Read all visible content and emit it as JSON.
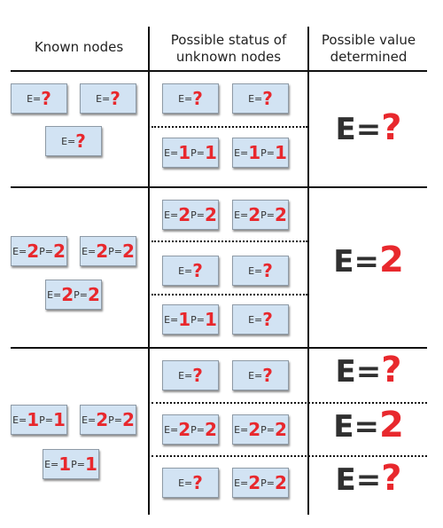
{
  "headers": {
    "known": "Known nodes",
    "possible_line1": "Possible status of",
    "possible_line2": "unknown nodes",
    "value_line1": "Possible value",
    "value_line2": "determined"
  },
  "labels": {
    "e": "E=",
    "p": "P="
  },
  "rows": [
    {
      "known": [
        {
          "e": "?",
          "p": null
        },
        {
          "e": "?",
          "p": null
        },
        {
          "e": "?",
          "p": null
        }
      ],
      "scenarios": [
        {
          "nodes": [
            {
              "e": "?",
              "p": null
            },
            {
              "e": "?",
              "p": null
            }
          ],
          "value": "?"
        },
        {
          "nodes": [
            {
              "e": "1",
              "p": "1"
            },
            {
              "e": "1",
              "p": "1"
            }
          ],
          "value": ""
        }
      ],
      "merged_value": "?"
    },
    {
      "known": [
        {
          "e": "2",
          "p": "2"
        },
        {
          "e": "2",
          "p": "2"
        },
        {
          "e": "2",
          "p": "2"
        }
      ],
      "scenarios": [
        {
          "nodes": [
            {
              "e": "2",
              "p": "2"
            },
            {
              "e": "2",
              "p": "2"
            }
          ]
        },
        {
          "nodes": [
            {
              "e": "?",
              "p": null
            },
            {
              "e": "?",
              "p": null
            }
          ]
        },
        {
          "nodes": [
            {
              "e": "1",
              "p": "1"
            },
            {
              "e": "?",
              "p": null
            }
          ]
        }
      ],
      "merged_value": "2"
    },
    {
      "known": [
        {
          "e": "1",
          "p": "1"
        },
        {
          "e": "2",
          "p": "2"
        },
        {
          "e": "1",
          "p": "1"
        }
      ],
      "scenarios": [
        {
          "nodes": [
            {
              "e": "?",
              "p": null
            },
            {
              "e": "?",
              "p": null
            }
          ],
          "value": "?"
        },
        {
          "nodes": [
            {
              "e": "2",
              "p": "2"
            },
            {
              "e": "2",
              "p": "2"
            }
          ],
          "value": "2"
        },
        {
          "nodes": [
            {
              "e": "?",
              "p": null
            },
            {
              "e": "2",
              "p": "2"
            }
          ],
          "value": "?"
        }
      ]
    }
  ]
}
